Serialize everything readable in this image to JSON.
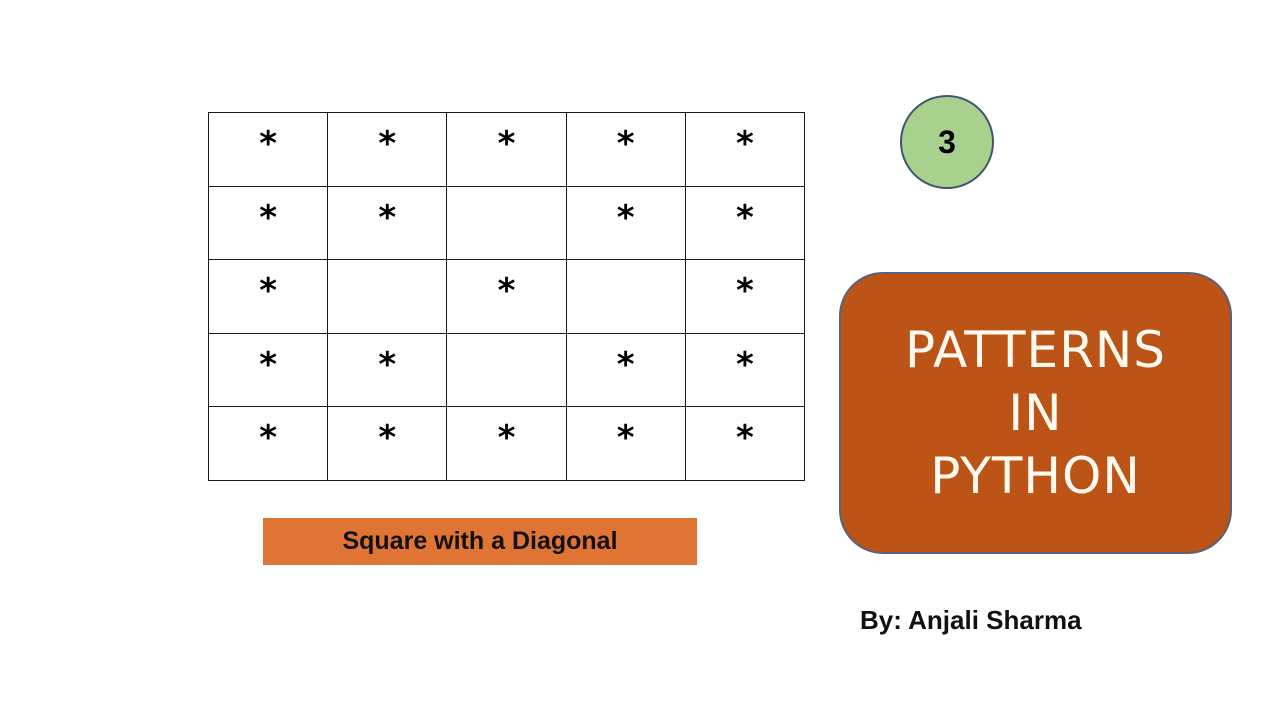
{
  "pattern": {
    "name": "Square with a Diagonal",
    "rows": [
      [
        "*",
        "*",
        "*",
        "*",
        "*"
      ],
      [
        "*",
        "*",
        "",
        "*",
        "*"
      ],
      [
        "*",
        "",
        "*",
        "",
        "*"
      ],
      [
        "*",
        "*",
        "",
        "*",
        "*"
      ],
      [
        "*",
        "*",
        "*",
        "*",
        "*"
      ]
    ]
  },
  "caption": {
    "label": "Square with a Diagonal",
    "color": "#e07434"
  },
  "badge": {
    "number": "3",
    "color": "#a9d18e"
  },
  "title": {
    "lines": [
      "PATTERNS",
      "IN",
      "PYTHON"
    ],
    "color": "#bb5416"
  },
  "author": {
    "label": "By: Anjali Sharma"
  }
}
